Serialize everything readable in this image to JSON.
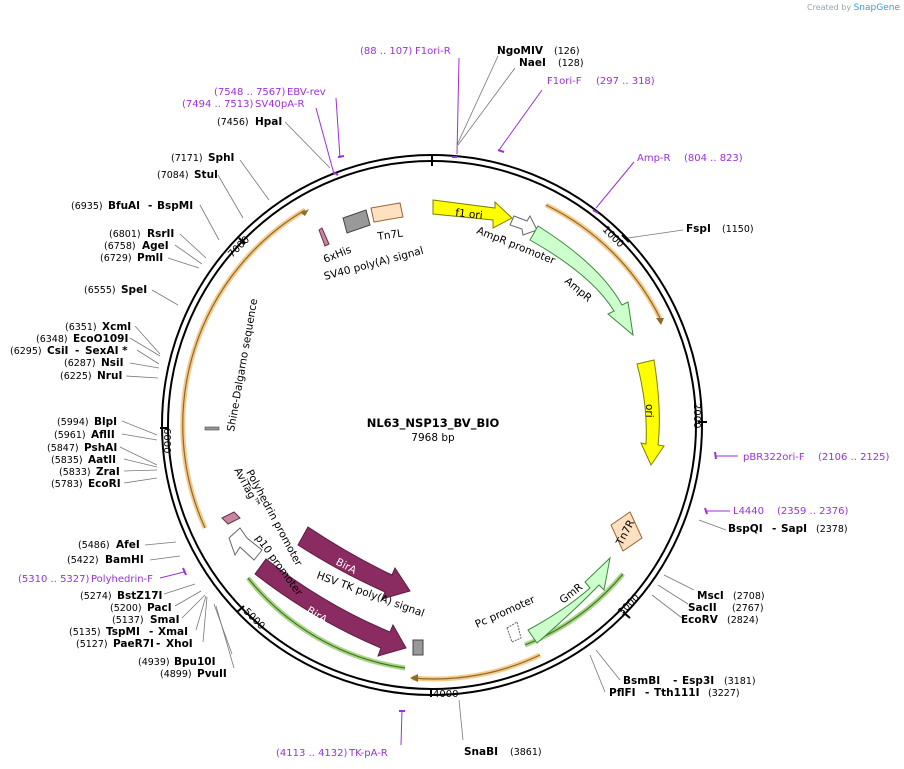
{
  "brand": {
    "prefix": "Created by",
    "name": "SnapGene"
  },
  "plasmid": {
    "name": "NL63_NSP13_BV_BIO",
    "length_label": "7968 bp",
    "length": 7968
  },
  "colors": {
    "primer": "#9b30d9",
    "ori": "#ffff00",
    "resistance": "#ccffcc",
    "promoter": "#ffffff",
    "terminator": "#999999",
    "tn7": "#ffe0c0",
    "cds": "#8a2b61",
    "feature_highlight": "#f7c98a",
    "green_highlight": "#7ab648"
  },
  "ticks": [
    {
      "label": "1000",
      "bp": 1000
    },
    {
      "label": "2000",
      "bp": 2000
    },
    {
      "label": "3000",
      "bp": 3000
    },
    {
      "label": "4000",
      "bp": 4000
    },
    {
      "label": "5000",
      "bp": 5000
    },
    {
      "label": "6000",
      "bp": 6000
    },
    {
      "label": "7000",
      "bp": 7000
    }
  ],
  "enzymes": [
    {
      "name": "NgoMIV",
      "pos": "(126)"
    },
    {
      "name": "NaeI",
      "pos": "(128)"
    },
    {
      "name": "FspI",
      "pos": "(1150)"
    },
    {
      "name": "BspQI",
      "name2": "SapI",
      "pos": "(2378)"
    },
    {
      "name": "MscI",
      "pos": "(2708)"
    },
    {
      "name": "SacII",
      "pos": "(2767)"
    },
    {
      "name": "EcoRV",
      "pos": "(2824)"
    },
    {
      "name": "BsmBI",
      "name2": "Esp3I",
      "pos": "(3181)"
    },
    {
      "name": "PflFI",
      "name2": "Tth111I",
      "pos": "(3227)"
    },
    {
      "name": "SnaBI",
      "pos": "(3861)"
    },
    {
      "name": "PvuII",
      "pos": "(4899)"
    },
    {
      "name": "Bpu10I",
      "pos": "(4939)"
    },
    {
      "name": "PaeR7I",
      "name2": "XhoI",
      "pos": "(5127)"
    },
    {
      "name": "TspMI",
      "name2": "XmaI",
      "pos": "(5135)"
    },
    {
      "name": "SmaI",
      "pos": "(5137)"
    },
    {
      "name": "PacI",
      "pos": "(5200)"
    },
    {
      "name": "BstZ17I",
      "pos": "(5274)"
    },
    {
      "name": "BamHI",
      "pos": "(5422)"
    },
    {
      "name": "AfeI",
      "pos": "(5486)"
    },
    {
      "name": "EcoRI",
      "pos": "(5783)"
    },
    {
      "name": "ZraI",
      "pos": "(5833)"
    },
    {
      "name": "AatII",
      "pos": "(5835)"
    },
    {
      "name": "PshAI",
      "pos": "(5847)"
    },
    {
      "name": "AflII",
      "pos": "(5961)"
    },
    {
      "name": "BlpI",
      "pos": "(5994)"
    },
    {
      "name": "NruI",
      "pos": "(6225)"
    },
    {
      "name": "NsiI",
      "pos": "(6287)"
    },
    {
      "name": "CsiI",
      "name2": "SexAI *",
      "pos": "(6295)"
    },
    {
      "name": "EcoO109I",
      "pos": "(6348)"
    },
    {
      "name": "XcmI",
      "pos": "(6351)"
    },
    {
      "name": "SpeI",
      "pos": "(6555)"
    },
    {
      "name": "PmlI",
      "pos": "(6729)"
    },
    {
      "name": "AgeI",
      "pos": "(6758)"
    },
    {
      "name": "RsrII",
      "pos": "(6801)"
    },
    {
      "name": "BfuAI",
      "name2": "BspMI",
      "pos": "(6935)"
    },
    {
      "name": "StuI",
      "pos": "(7084)"
    },
    {
      "name": "SphI",
      "pos": "(7171)"
    },
    {
      "name": "HpaI",
      "pos": "(7456)"
    }
  ],
  "primers": [
    {
      "name": "F1ori-R",
      "range": "(88 .. 107)"
    },
    {
      "name": "F1ori-F",
      "range": "(297 .. 318)"
    },
    {
      "name": "Amp-R",
      "range": "(804 .. 823)"
    },
    {
      "name": "pBR322ori-F",
      "range": "(2106 .. 2125)"
    },
    {
      "name": "L4440",
      "range": "(2359 .. 2376)"
    },
    {
      "name": "TK-pA-R",
      "range": "(4113 .. 4132)"
    },
    {
      "name": "Polyhedrin-F",
      "range": "(5310 .. 5327)"
    },
    {
      "name": "SV40pA-R",
      "range": "(7494 .. 7513)"
    },
    {
      "name": "EBV-rev",
      "range": "(7548 .. 7567)"
    }
  ],
  "features": {
    "f1_ori": "f1 ori",
    "ampr_promoter": "AmpR promoter",
    "ampr": "AmpR",
    "ori": "ori",
    "tn7r": "Tn7R",
    "gmr": "GmR",
    "pc_promoter": "Pc promoter",
    "hsv_tk": "HSV TK poly(A) signal",
    "bira_1": "BirA",
    "bira_2": "BirA",
    "p10_promoter": "p10 promoter",
    "polyhedrin_promoter": "Polyhedrin promoter",
    "avitag": "AviTag™",
    "shine_dalgarno": "Shine-Dalgarno sequence",
    "his_tag": "6xHis",
    "sv40_pa": "SV40 poly(A) signal",
    "tn7l": "Tn7L"
  }
}
